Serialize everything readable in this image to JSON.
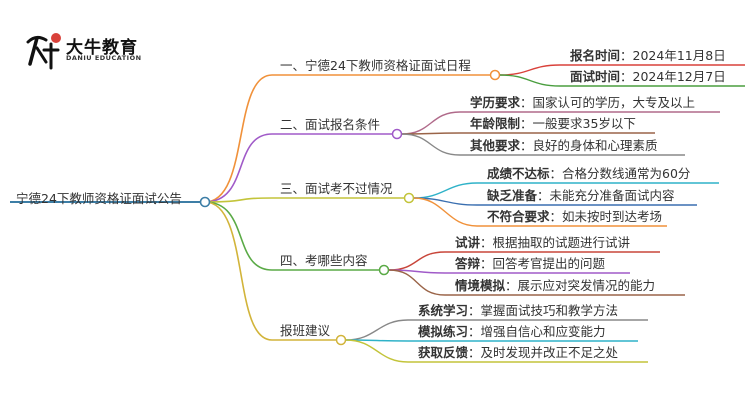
{
  "logo": {
    "brand_cn": "大牛教育",
    "brand_en": "DANIU EDUCATION",
    "icon": "daniu-logo-icon",
    "stamp_text": "大牛"
  },
  "root": {
    "label": "宁德24下教师资格证面试公告",
    "color": "#3d7ea6"
  },
  "branches": [
    {
      "label": "一、宁德24下教师资格证面试日程",
      "color": "#f0913a",
      "leaves": [
        {
          "key": "报名时间",
          "sep": "：",
          "value": "2024年11月8日",
          "color": "#d9413a"
        },
        {
          "key": "面试时间",
          "sep": "：",
          "value": "2024年12月7日",
          "color": "#4a9e3f"
        }
      ]
    },
    {
      "label": "二、面试报名条件",
      "color": "#a05ac8",
      "leaves": [
        {
          "key": "学历要求",
          "sep": "：",
          "value": "国家认可的学历，大专及以上",
          "color": "#b06a8a"
        },
        {
          "key": "年龄限制",
          "sep": "：",
          "value": "一般要求35岁以下",
          "color": "#9a6448"
        },
        {
          "key": "其他要求",
          "sep": "：",
          "value": "良好的身体和心理素质",
          "color": "#888888"
        }
      ]
    },
    {
      "label": "三、面试考不过情况",
      "color": "#c3c43a",
      "leaves": [
        {
          "key": "成绩不达标",
          "sep": "：",
          "value": "合格分数线通常为60分",
          "color": "#2fb2c8"
        },
        {
          "key": "缺乏准备",
          "sep": "：",
          "value": "未能充分准备面试内容",
          "color": "#3a6fb0"
        },
        {
          "key": "不符合要求",
          "sep": "：",
          "value": "如未按时到达考场",
          "color": "#f0913a"
        }
      ]
    },
    {
      "label": "四、考哪些内容",
      "color": "#5aaa46",
      "leaves": [
        {
          "key": "试讲",
          "sep": "：",
          "value": "根据抽取的试题进行试讲",
          "color": "#c8463a"
        },
        {
          "key": "答辩",
          "sep": "：",
          "value": "回答考官提出的问题",
          "color": "#a05ac8"
        },
        {
          "key": "情境模拟",
          "sep": "：",
          "value": "展示应对突发情况的能力",
          "color": "#9a6448"
        }
      ]
    },
    {
      "label": "报班建议",
      "color": "#d2b43a",
      "leaves": [
        {
          "key": "系统学习",
          "sep": "：",
          "value": "掌握面试技巧和教学方法",
          "color": "#888888"
        },
        {
          "key": "模拟练习",
          "sep": "：",
          "value": "增强自信心和应变能力",
          "color": "#2fb2c8"
        },
        {
          "key": "获取反馈",
          "sep": "：",
          "value": "及时发现并改正不足之处",
          "color": "#c3c43a"
        }
      ]
    }
  ]
}
